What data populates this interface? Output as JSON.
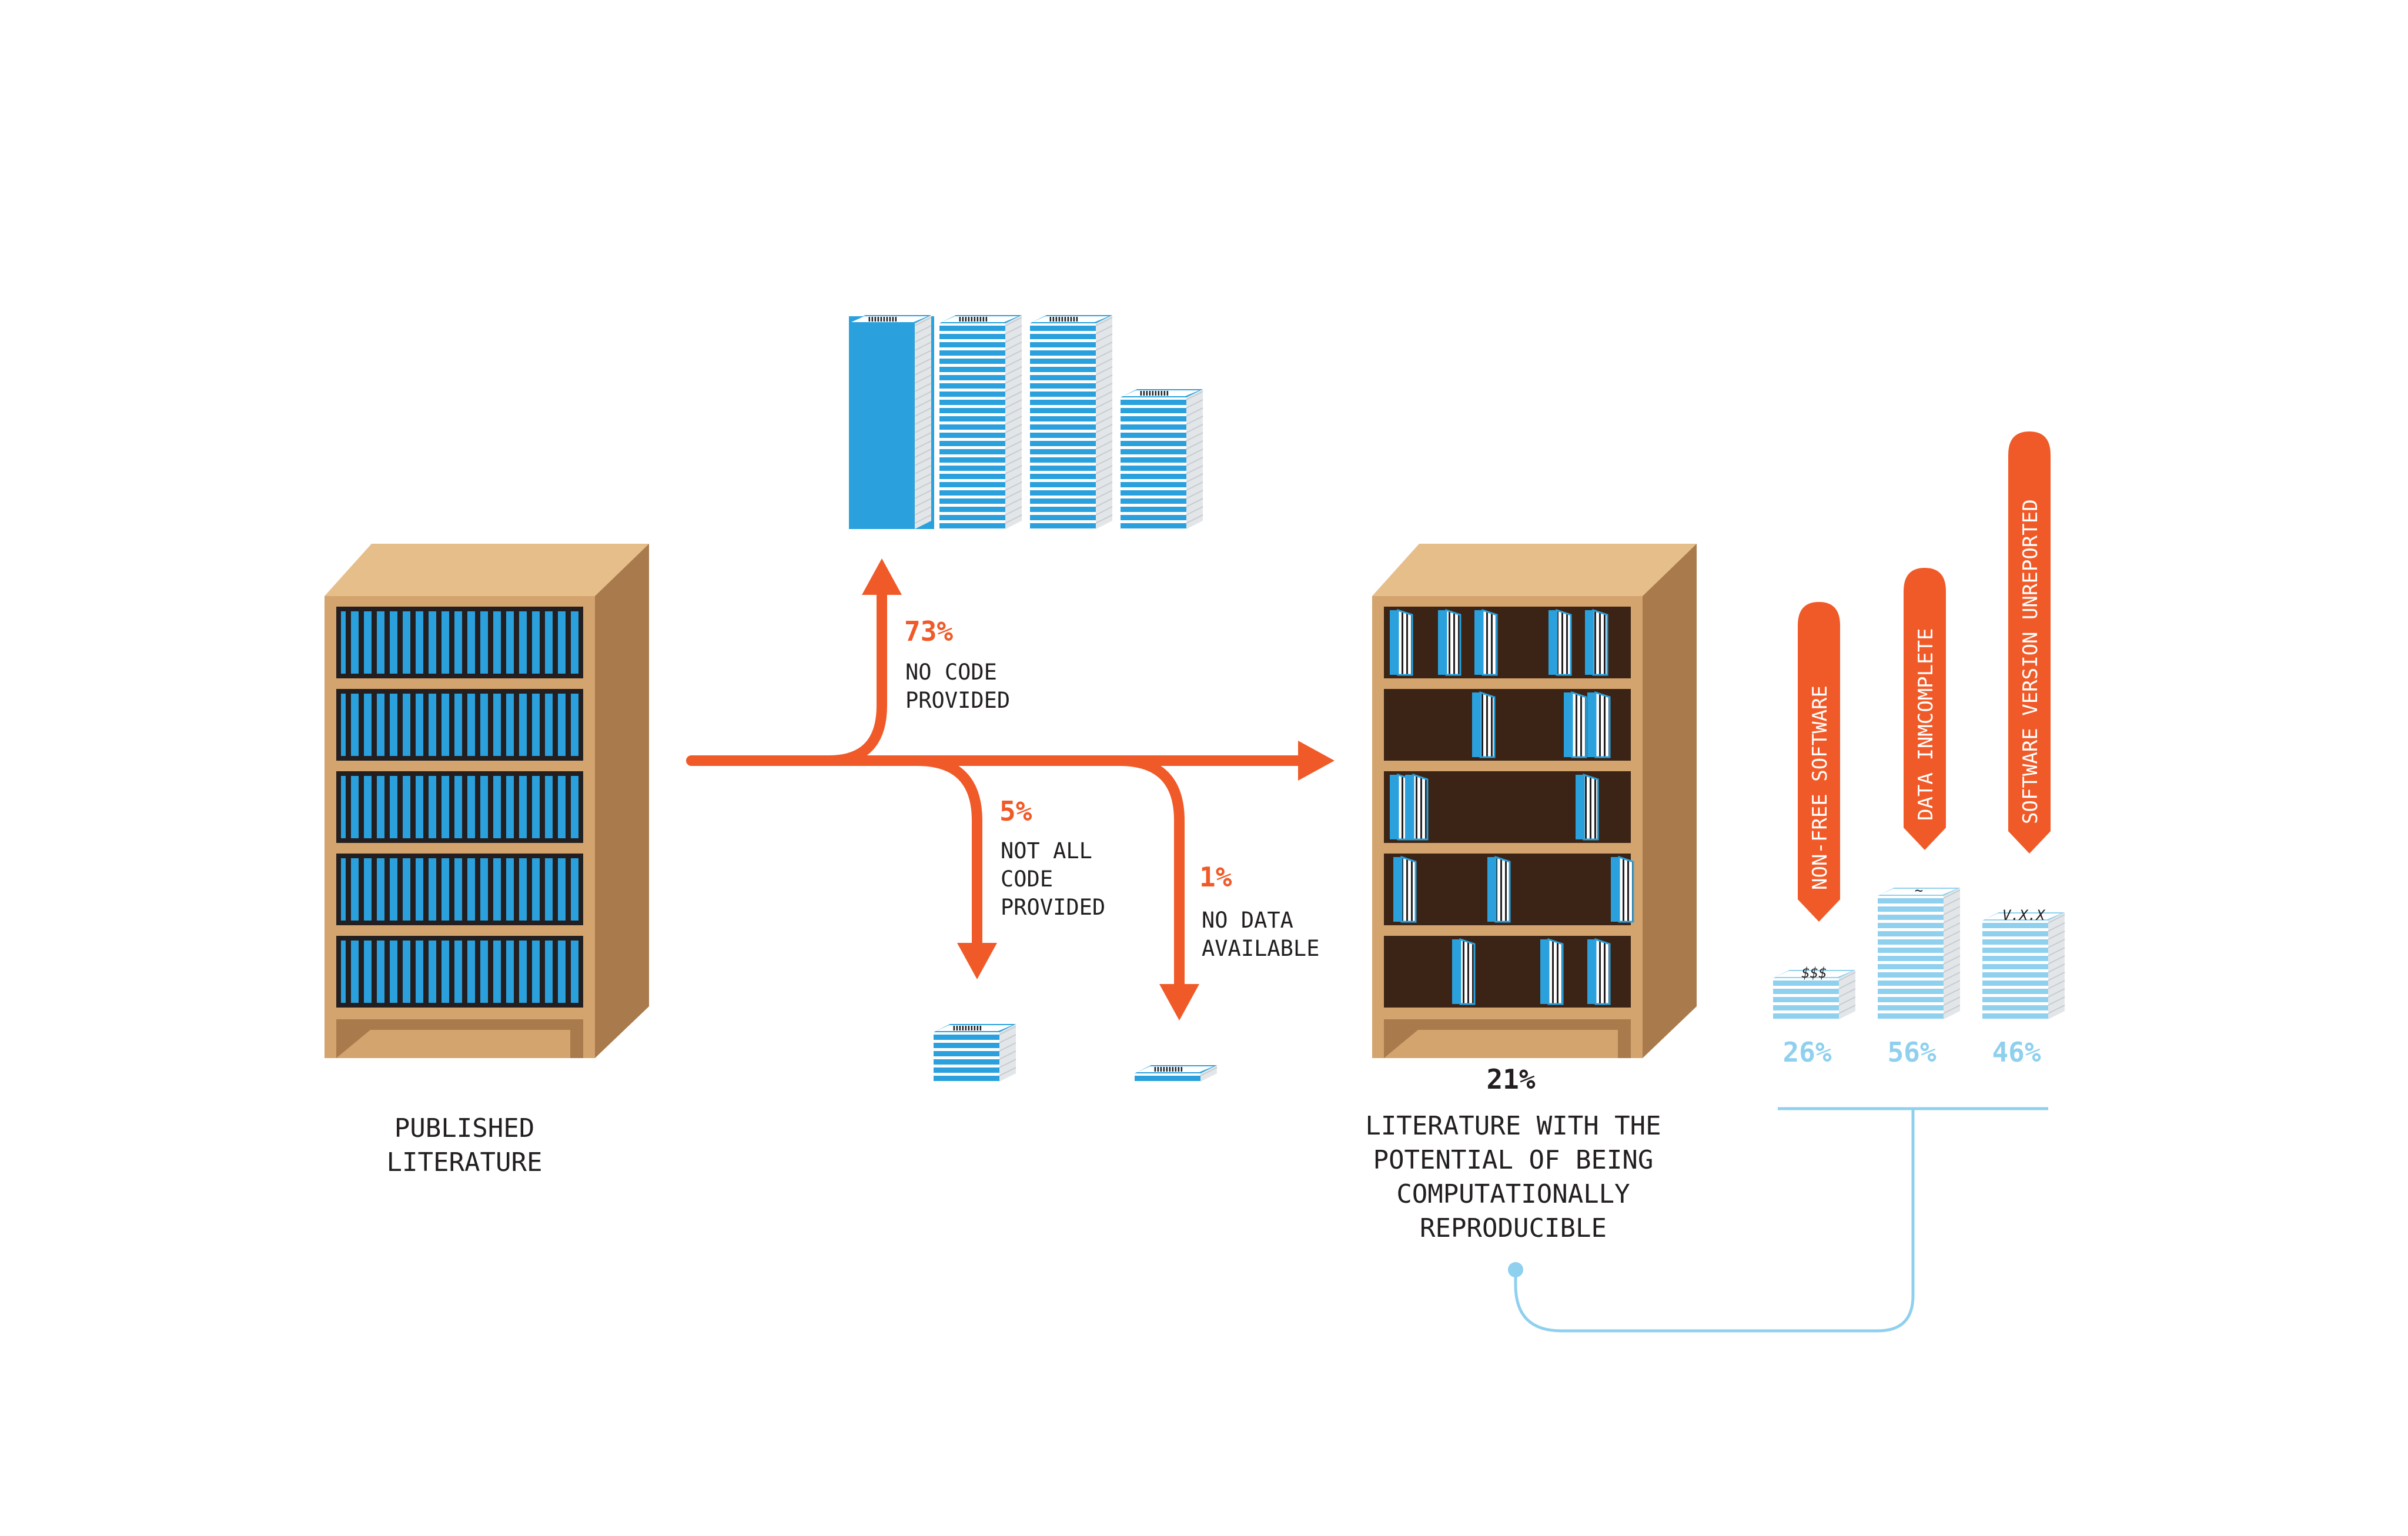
{
  "colors": {
    "accent": "#f05a28",
    "paper_blue": "#2aa1dd",
    "paper_light_blue": "#8fd0ef",
    "shelf_top": "#e6be8a",
    "shelf_side": "#a97b4c",
    "shelf_front": "#d4a46f",
    "shelf_back": "#3b2416",
    "book_blue": "#2aa1dd",
    "connector": "#8fd0ef",
    "text": "#231f20"
  },
  "published": {
    "label_line1": "PUBLISHED",
    "label_line2": "LITERATURE"
  },
  "branches": [
    {
      "percent": "73%",
      "line1": "NO CODE",
      "line2": "PROVIDED",
      "line3": ""
    },
    {
      "percent": "5%",
      "line1": "NOT ALL",
      "line2": "CODE",
      "line3": "PROVIDED"
    },
    {
      "percent": "1%",
      "line1": "NO DATA",
      "line2": "AVAILABLE",
      "line3": ""
    }
  ],
  "reproducible": {
    "percent": "21%",
    "line1": "LITERATURE WITH THE",
    "line2": "POTENTIAL OF BEING",
    "line3": "COMPUTATIONALLY",
    "line4": "REPRODUCIBLE"
  },
  "issues": [
    {
      "tag": "NON-FREE SOFTWARE",
      "percent": "26%",
      "symbol": "$$$"
    },
    {
      "tag": "DATA INMCOMPLETE",
      "percent": "56%",
      "symbol": "~"
    },
    {
      "tag": "SOFTWARE VERSION UNREPORTED",
      "percent": "46%",
      "symbol": "V.X.X"
    }
  ],
  "icons": {
    "paper_stack": "paper-stack-icon",
    "bookshelf": "bookshelf-icon",
    "arrow": "arrow-icon"
  }
}
